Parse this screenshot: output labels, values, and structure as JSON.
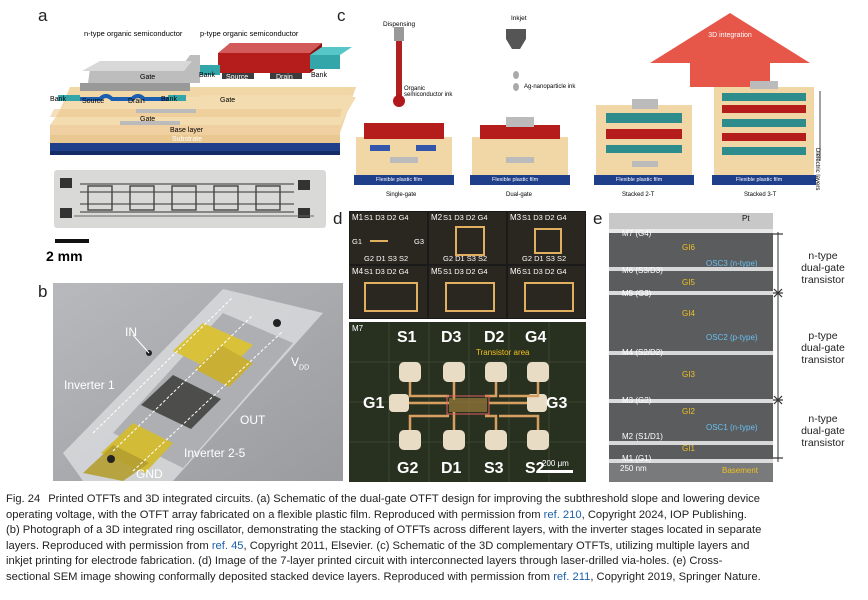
{
  "panels": {
    "a": {
      "label": "a",
      "n_type": "n-type organic semiconductor",
      "p_type": "p-type organic semiconductor",
      "gate_top": "Gate",
      "bank_left_top": "Bank",
      "bank_mid": "Bank",
      "bank_right": "Bank",
      "source_p": "Source",
      "drain_p": "Drain",
      "bank_left": "Bank",
      "source_n": "Source",
      "drain_n": "Drain",
      "bank_n": "Bank",
      "gate_mid": "Gate",
      "gate_bottom": "Gate",
      "base_layer": "Base layer",
      "substrate": "Substrate",
      "scale": "2 mm"
    },
    "b": {
      "label": "b",
      "in": "IN",
      "vdd": "V",
      "vdd_sub": "DD",
      "inverter1": "Inverter 1",
      "out": "OUT",
      "inverter25": "Inverter 2-5",
      "gnd": "GND"
    },
    "c": {
      "label": "c",
      "dispensing": "Dispensing",
      "inkjet": "Inkjet",
      "organic_ink": "Organic semiconductor ink",
      "ag_ink": "Ag-nanoparticle ink",
      "integration": "3D integration",
      "film1": "Flexible plastic film",
      "film2": "Flexible plastic film",
      "film3": "Flexible plastic film",
      "film4": "Flexible plastic film",
      "single": "Single-gate",
      "dual": "Dual-gate",
      "stacked2": "Stacked 2-T",
      "stacked3": "Stacked 3-T",
      "dielectric": "Dielectric layers"
    },
    "d": {
      "label": "d",
      "m1": "M1",
      "m2": "M2",
      "m3": "M3",
      "m4": "M4",
      "m5": "M5",
      "m6": "M6",
      "m7": "M7",
      "top_pins": "S1 D3 D2 G4",
      "bottom_pins": "G2 D1 S3 S2",
      "g1": "G1",
      "g3": "G3",
      "big_s1": "S1",
      "big_d3": "D3",
      "big_d2": "D2",
      "big_g4": "G4",
      "big_g2": "G2",
      "big_d1": "D1",
      "big_s3": "S3",
      "big_s2": "S2",
      "transistor_area": "Transistor area",
      "scale": "200 μm"
    },
    "e": {
      "label": "e",
      "pt": "Pt",
      "m7": "M7 (G4)",
      "gi6": "GI6",
      "m6": "M6 (S3/D3)",
      "osc3": "OSC3 (n-type)",
      "gi5": "GI5",
      "m5": "M5 (G3)",
      "gi4": "GI4",
      "osc2": "OSC2 (p-type)",
      "m4": "M4 (S2/D2)",
      "gi3": "GI3",
      "m3": "M3 (G2)",
      "gi2": "GI2",
      "m2": "M2 (S1/D1)",
      "osc1": "OSC1 (n-type)",
      "gi1": "GI1",
      "m1": "M1 (G1)",
      "basement": "Basement",
      "scale": "250 nm",
      "ntype1": "n-type",
      "dual1": "dual-gate",
      "trans1": "transistor",
      "ptype": "p-type",
      "dual2": "dual-gate",
      "trans2": "transistor",
      "ntype2": "n-type",
      "dual3": "dual-gate",
      "trans3": "transistor"
    }
  },
  "caption": {
    "fig": "Fig. 24",
    "line1": "Printed OTFTs and 3D integrated circuits. (a) Schematic of the dual-gate OTFT design for improving the subthreshold slope and lowering device",
    "line2a": "operating voltage, with the OTFT array fabricated on a flexible plastic film. Reproduced with permission from ",
    "ref210": "ref. 210",
    "line2b": ", Copyright 2024, IOP Publishing.",
    "line3": "(b) Photograph of a 3D integrated ring oscillator, demonstrating the stacking of OTFTs across different layers, with the inverter stages located in separate",
    "line4a": "layers. Reproduced with permission from ",
    "ref45": "ref. 45",
    "line4b": ", Copyright 2011, Elsevier. (c) Schematic of the 3D complementary OTFTs, utilizing multiple layers and",
    "line5": "inkjet printing for electrode fabrication. (d) Image of the 7-layer printed circuit with interconnected layers through laser-drilled via-holes. (e) Cross-",
    "line6a": "sectional SEM image showing conformally deposited stacked device layers. Reproduced with permission from ",
    "ref211": "ref. 211",
    "line6b": ", Copyright 2019, Springer Nature."
  },
  "colors": {
    "gold": "#e0b060",
    "dark": "#2a2a2a",
    "accent": "#1a5fa8",
    "red": "#c0262a",
    "blue": "#1f4fa0"
  }
}
